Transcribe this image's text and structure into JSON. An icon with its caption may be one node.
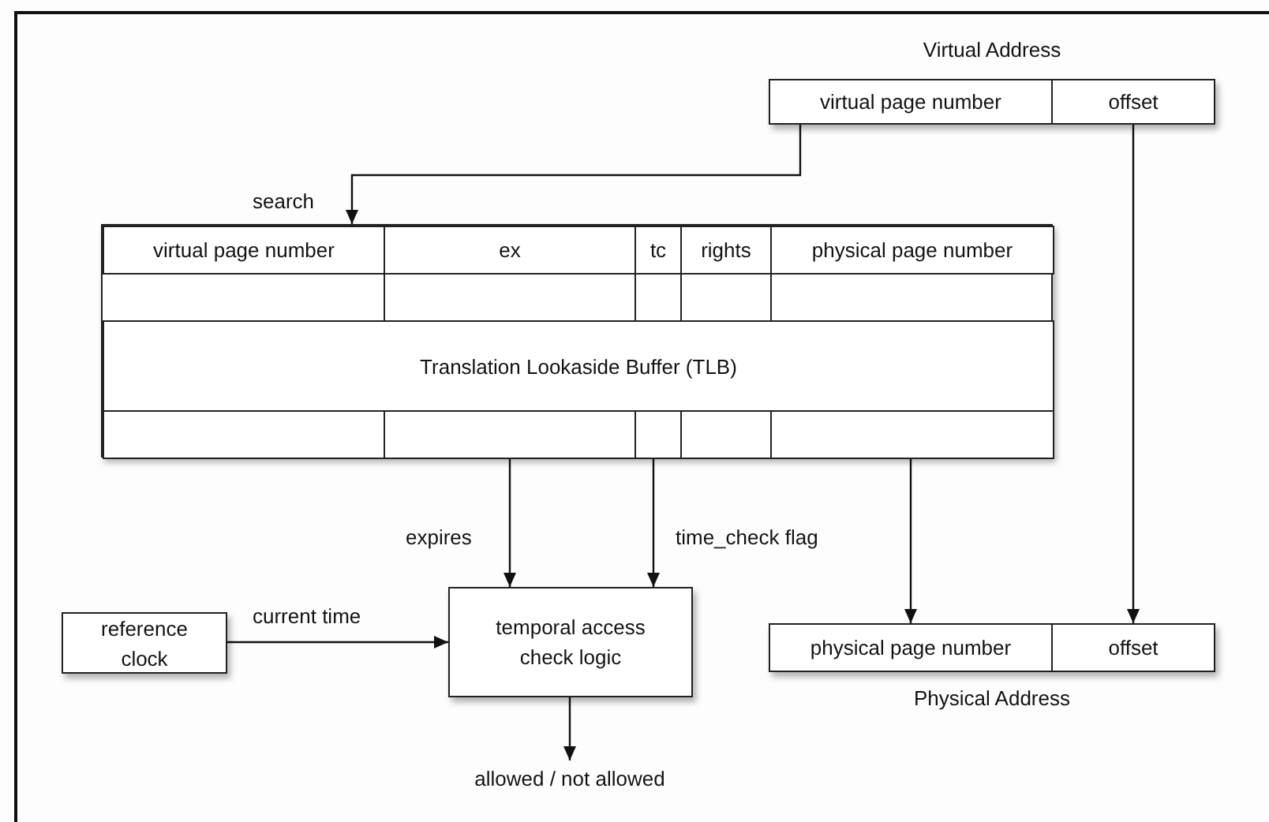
{
  "diagram": {
    "nodes": [
      {
        "text": [
          "Virtual Address"
        ]
      },
      {
        "text": [
          "virtual page number"
        ],
        "in": 0
      },
      {
        "text": [
          "offset"
        ],
        "in": 0
      },
      {
        "text": [],
        "shape": "box"
      },
      {
        "text": [
          "virtual page number"
        ],
        "in": 3
      },
      {
        "text": [
          "ex"
        ],
        "in": 3
      },
      {
        "text": [
          "tc"
        ],
        "in": 3
      },
      {
        "text": [
          "rights"
        ],
        "in": 3
      },
      {
        "text": [
          "physical page number"
        ],
        "in": 3
      },
      {
        "text": [
          "Translation Lookaside Buffer (TLB)"
        ],
        "in": 3
      },
      {
        "text": [],
        "shape": "box",
        "in": 3
      },
      {
        "text": [],
        "shape": "box",
        "in": 3
      },
      {
        "text": [],
        "shape": "box",
        "in": 3
      },
      {
        "text": [],
        "shape": "box",
        "in": 3
      },
      {
        "text": [],
        "shape": "box",
        "in": 3
      },
      {
        "text": [
          "reference clock"
        ]
      },
      {
        "text": [
          "temporal access check logic"
        ]
      },
      {
        "text": [
          "Physical Address"
        ]
      },
      {
        "text": [
          "physical page number"
        ],
        "in": 17
      },
      {
        "text": [
          "offset"
        ],
        "in": 17
      },
      {
        "text": [
          "allowed / not allowed"
        ]
      }
    ],
    "edges": [
      {
        "from": 1,
        "to": 4,
        "arrow": "to",
        "label": "search"
      },
      {
        "from": 11,
        "to": 16,
        "arrow": "to",
        "label": "expires"
      },
      {
        "from": 12,
        "to": 16,
        "arrow": "to",
        "label": "time_check flag"
      },
      {
        "from": 14,
        "to": 18,
        "arrow": "to"
      },
      {
        "from": 2,
        "to": 19,
        "arrow": "to"
      },
      {
        "from": 15,
        "to": 16,
        "arrow": "to",
        "label": "current time"
      },
      {
        "from": 16,
        "to": 20,
        "arrow": "to"
      }
    ]
  }
}
